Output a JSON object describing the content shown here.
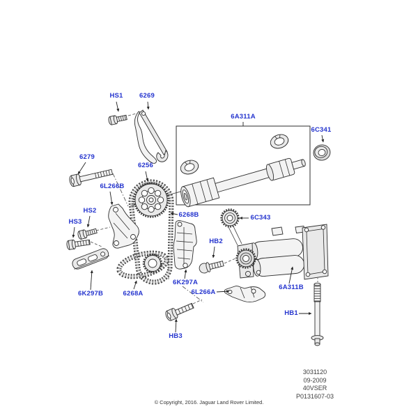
{
  "labels": {
    "hs1": "HS1",
    "p6269": "6269",
    "p6a311a": "6A311A",
    "p6c341": "6C341",
    "p6279": "6279",
    "p6256": "6256",
    "p6l266b": "6L266B",
    "hs2": "HS2",
    "hs3": "HS3",
    "p6268b": "6268B",
    "p6c343": "6C343",
    "hb2": "HB2",
    "p6k297b": "6K297B",
    "p6268a": "6268A",
    "p6k297a": "6K297A",
    "p6l266a": "6L266A",
    "p6a311b": "6A311B",
    "hb1": "HB1",
    "hb3": "HB3"
  },
  "footer": {
    "lines": [
      "3031120",
      "09-2009",
      "40VSER",
      "P0131607-03"
    ],
    "copyright": "© Copyright, 2016. Jaguar Land Rover Limited."
  },
  "colors": {
    "callout_blue": "#2434CE",
    "line_color": "#2e2e2e"
  }
}
